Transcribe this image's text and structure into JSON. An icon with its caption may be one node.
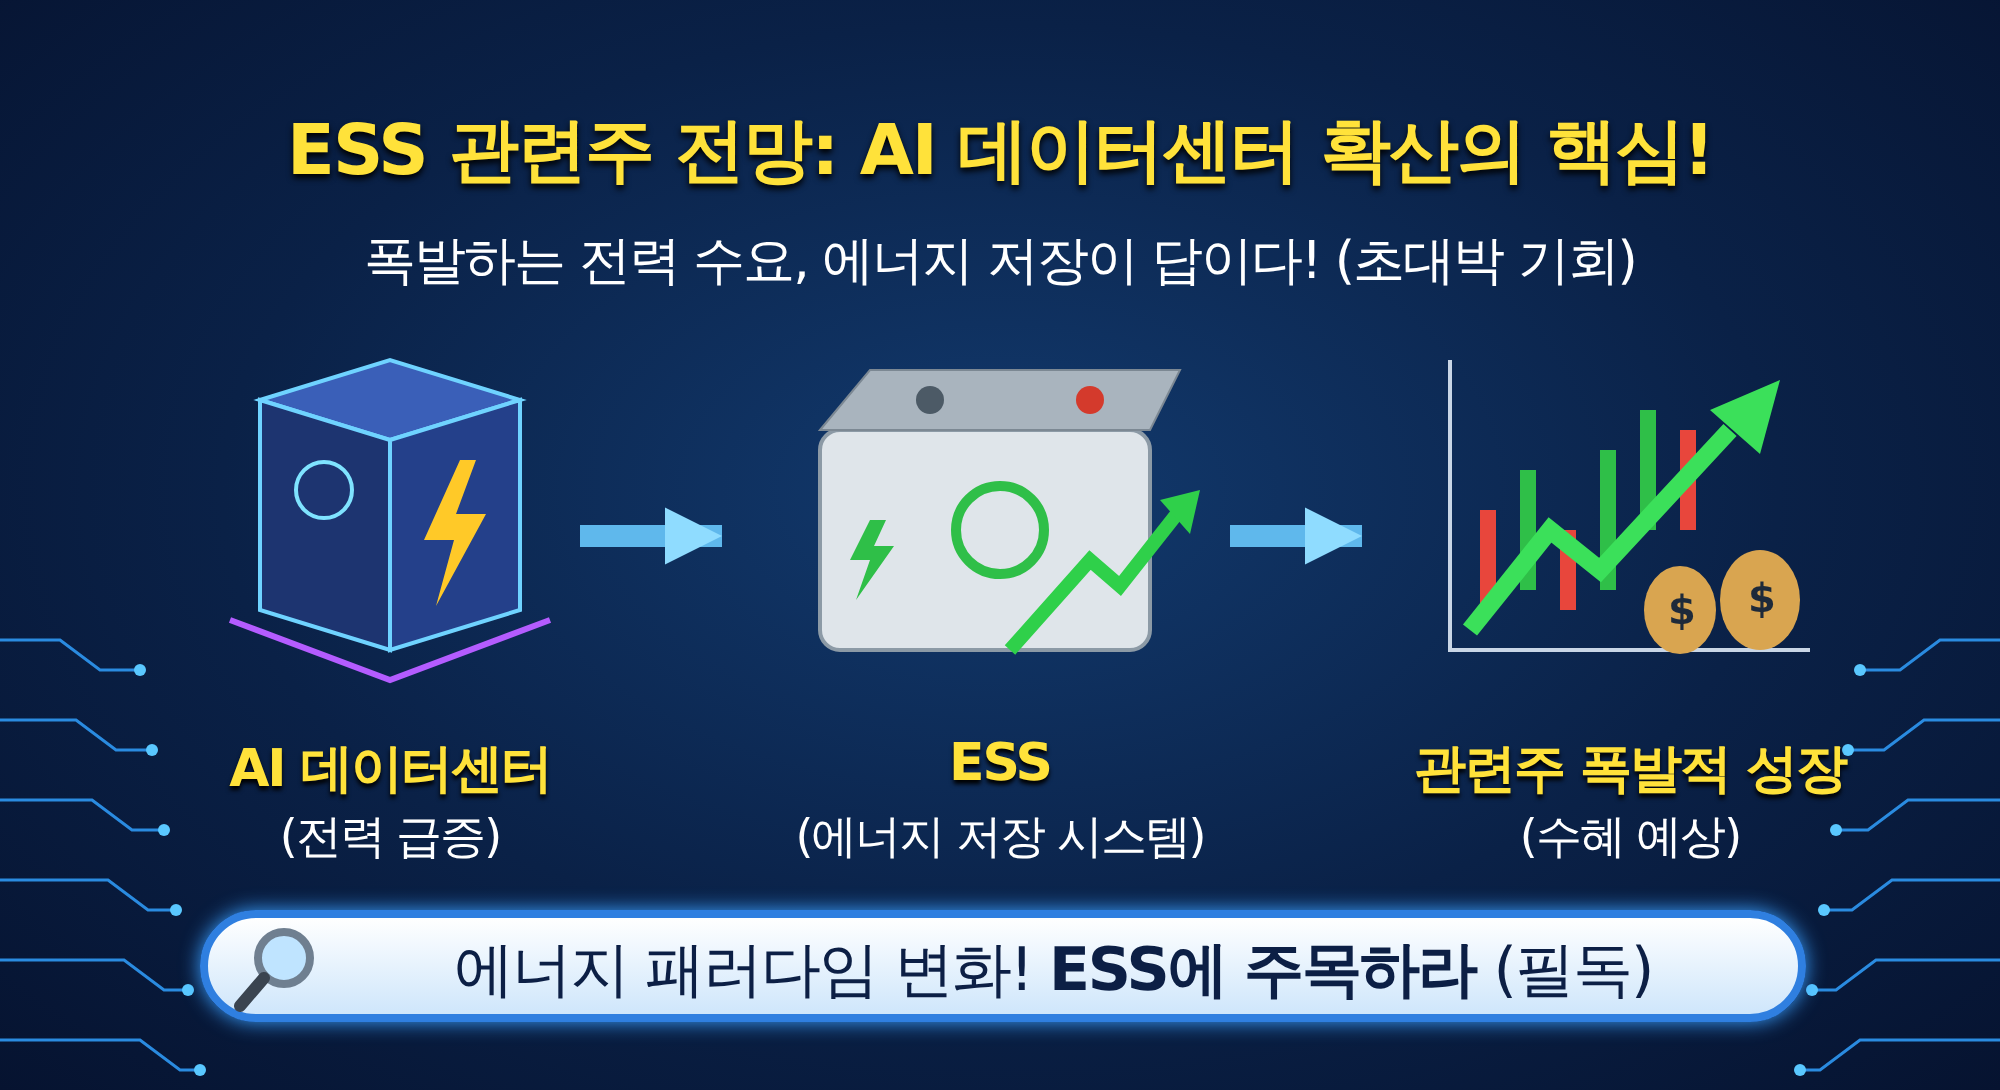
{
  "diagram": {
    "title": "ESS 관련주 전망: AI 데이터센터 확산의 핵심!",
    "nodes": [
      {
        "text": [
          "AI 데이터센터",
          "(전력 급증)"
        ]
      },
      {
        "text": [
          "ESS",
          "(에너지 저장 시스템)"
        ]
      },
      {
        "text": [
          "관련주 폭발적 성장",
          "(수혜 예상)"
        ]
      },
      {
        "text": [
          "에너지 패러다임 변화! **ESS에 주목하라** (필독)"
        ]
      }
    ],
    "edges": [
      {
        "from": 0,
        "to": 1,
        "arrow": "to"
      },
      {
        "from": 1,
        "to": 2,
        "arrow": "to"
      }
    ],
    "labels": [
      "폭발하는 전력 수요, 에너지 저장이 답이다! (초대박 기회)",
      "$",
      "$"
    ]
  }
}
